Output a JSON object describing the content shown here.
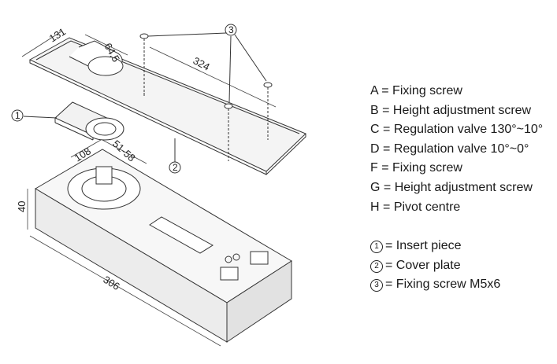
{
  "dimensions": {
    "plate_width": "131",
    "hole_offset": "64,5",
    "plate_length": "324",
    "body_width": "108",
    "spindle_offset": "51-58",
    "body_height": "40",
    "body_length": "306"
  },
  "callouts": [
    "1",
    "2",
    "3"
  ],
  "legend_letters": [
    {
      "key": "A",
      "label": "Fixing screw"
    },
    {
      "key": "B",
      "label": "Height adjustment screw"
    },
    {
      "key": "C",
      "label": "Regulation valve 130°~10°"
    },
    {
      "key": "D",
      "label": "Regulation valve 10°~0°"
    },
    {
      "key": "F",
      "label": "Fixing screw"
    },
    {
      "key": "G",
      "label": "Height adjustment screw"
    },
    {
      "key": "H",
      "label": "Pivot centre"
    }
  ],
  "legend_parts": [
    {
      "num": "1",
      "label": "Insert piece"
    },
    {
      "num": "2",
      "label": "Cover plate"
    },
    {
      "num": "3",
      "label": "Fixing screw M5x6"
    }
  ],
  "separator": "="
}
